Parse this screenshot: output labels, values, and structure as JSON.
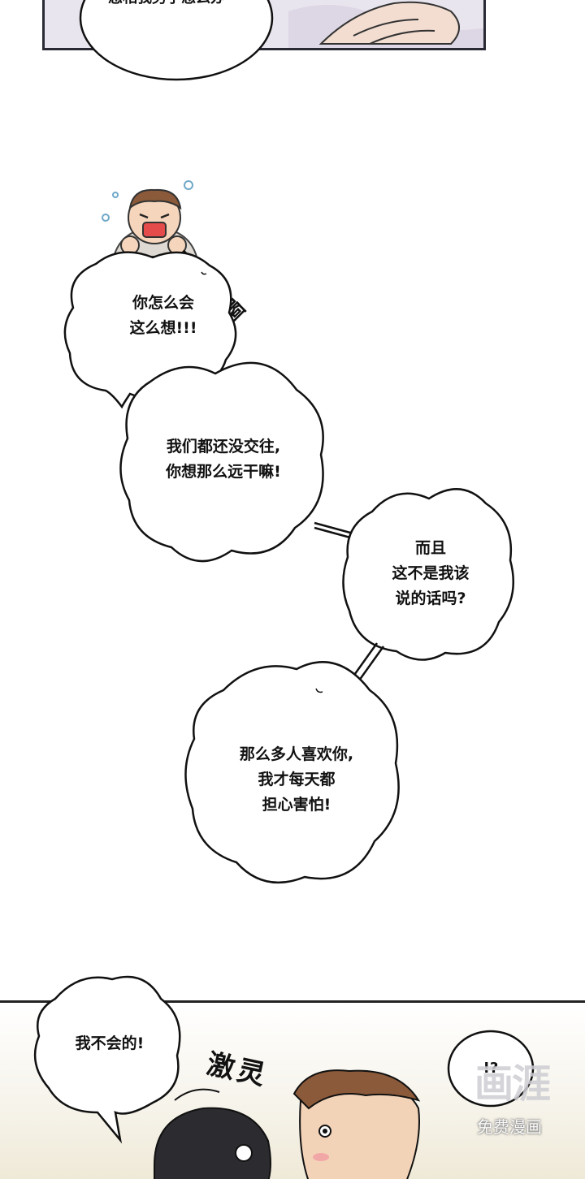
{
  "top_bubble_partial": "您相我男子怎么办",
  "sfx_groan": "呃啊啊啊",
  "bubbles": {
    "b1": "你怎么会\n这么想!!!",
    "b2": "我们都还没交往,\n你想那么远干嘛!",
    "b3": "而且\n这不是我该\n说的话吗?",
    "b4": "那么多人喜欢你,\n我才每天都\n担心害怕!",
    "b5": "我不会的!",
    "b6": "!?"
  },
  "sfx_shiver": "激灵",
  "watermark": {
    "logo": "画涯",
    "caption": "免费漫画"
  }
}
